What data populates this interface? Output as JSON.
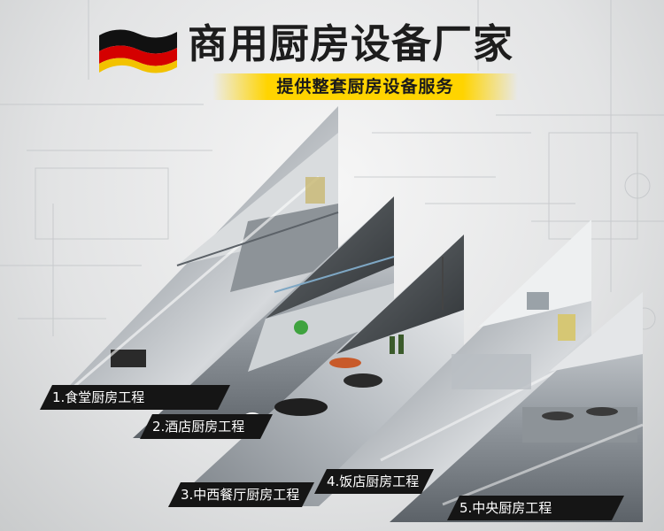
{
  "header": {
    "title": "商用厨房设备厂家",
    "subtitle": "提供整套厨房设备服务"
  },
  "colors": {
    "flag_black": "#111111",
    "flag_red": "#d40000",
    "flag_gold": "#f2c200",
    "banner_yellow": "#ffd400",
    "label_bg": "#151515"
  },
  "labels": [
    "1.食堂厨房工程",
    "2.酒店厨房工程",
    "3.中西餐厅厨房工程",
    "4.饭店厨房工程",
    "5.中央厨房工程"
  ],
  "icons": [
    "german-flag-icon"
  ]
}
